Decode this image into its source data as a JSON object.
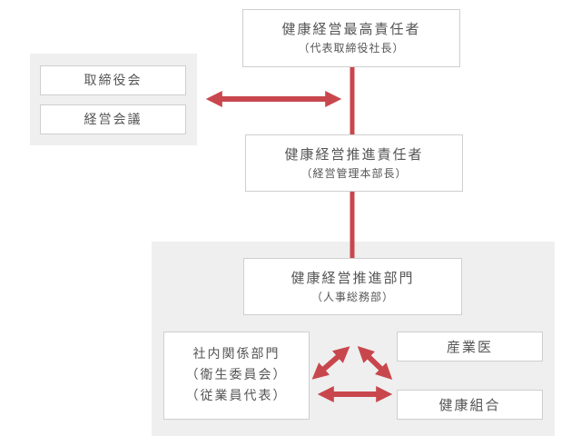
{
  "colors": {
    "accent": "#c8474d",
    "panel": "#efefef",
    "border": "#cfcfcf",
    "text": "#555555"
  },
  "top": {
    "title": "健康経営最高責任者",
    "subtitle": "（代表取締役社長）"
  },
  "board": {
    "items": [
      "取締役会",
      "経営会議"
    ]
  },
  "promoter": {
    "title": "健康経営推進責任者",
    "subtitle": "（経営管理本部長）"
  },
  "department": {
    "title": "健康経営推進部門",
    "subtitle": "（人事総務部）"
  },
  "relations": {
    "lines": [
      "社内関係部門",
      "（衛生委員会）",
      "（従業員代表）"
    ]
  },
  "doctor": {
    "title": "産業医"
  },
  "union": {
    "title": "健康組合"
  }
}
